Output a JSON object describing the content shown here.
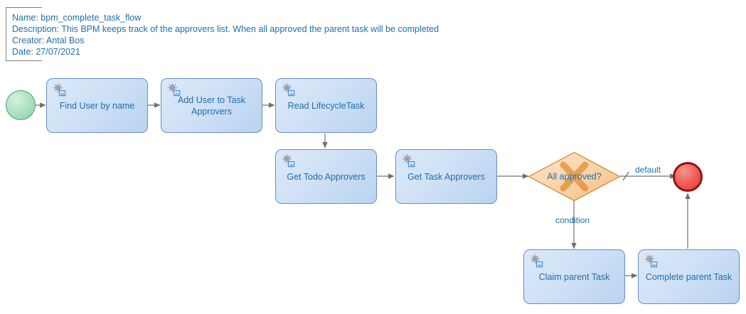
{
  "diagram": {
    "title": "bpm_complete_task_flow",
    "annotation": {
      "name_line": "Name: bpm_complete_task_flow",
      "description_line": "Description: This BPM keeps track of the approvers list. When all approved the parent task will be completed",
      "creator_line": "Creator: Antal Bos",
      "date_line": "Date: 27/07/2021"
    },
    "colors": {
      "task_border": "#6a8cc4",
      "task_fill_light": "#dbe9f9",
      "task_fill_dark": "#b9d3f0",
      "text_blue": "#1f6eab",
      "gateway_fill": "#f9d3a7",
      "gateway_border": "#d78a38",
      "gateway_x": "#e08a2e",
      "start_fill": "#a8e0bd",
      "start_border": "#4e9b74",
      "end_fill": "#ef5a52",
      "end_border": "#8f1616",
      "connector": "#707070",
      "annotation_border": "#808080"
    },
    "events": [
      {
        "id": "start",
        "type": "start-event",
        "label": ""
      },
      {
        "id": "end",
        "type": "end-event",
        "label": ""
      }
    ],
    "tasks": [
      {
        "id": "find-user-by-name",
        "label": "Find User by name",
        "icon": "service-task-gear-icon"
      },
      {
        "id": "add-user-to-approvers",
        "label": "Add User to Task Approvers",
        "icon": "service-task-gear-icon"
      },
      {
        "id": "read-lifecycletask",
        "label": "Read LifecycleTask",
        "icon": "service-task-gear-icon"
      },
      {
        "id": "get-todo-approvers",
        "label": "Get Todo Approvers",
        "icon": "service-task-gear-icon"
      },
      {
        "id": "get-task-approvers",
        "label": "Get Task Approvers",
        "icon": "service-task-gear-icon"
      },
      {
        "id": "claim-parent-task",
        "label": "Claim parent Task",
        "icon": "service-task-gear-icon"
      },
      {
        "id": "complete-parent-task",
        "label": "Complete parent Task",
        "icon": "service-task-gear-icon"
      }
    ],
    "gateways": [
      {
        "id": "all-approved",
        "label": "All approved?",
        "type": "exclusive"
      }
    ],
    "flow_labels": {
      "default": "default",
      "condition": "condition"
    }
  }
}
